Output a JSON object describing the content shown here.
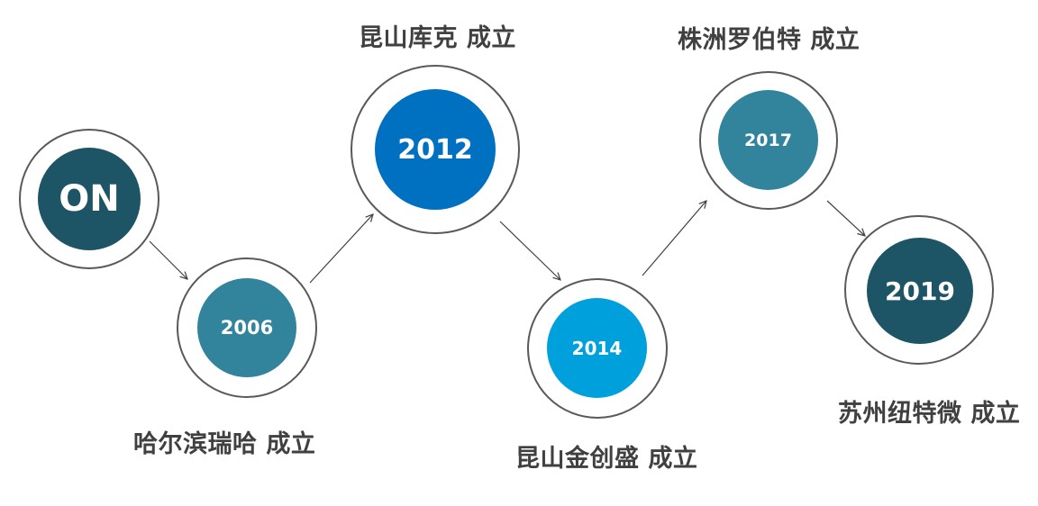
{
  "colors": {
    "dark_teal": "#1e5566",
    "teal": "#31849b",
    "blue": "#0070c0",
    "light_blue": "#00a0dd",
    "ring_outline": "#595959",
    "arrow": "#404040",
    "caption_text": "#404040"
  },
  "nodes": [
    {
      "id": "on",
      "label": "ON",
      "fill": "#1e5566"
    },
    {
      "id": "2006",
      "label": "2006",
      "fill": "#31849b",
      "caption": "哈尔滨瑞哈 成立"
    },
    {
      "id": "2012",
      "label": "2012",
      "fill": "#0070c0",
      "caption": "昆山库克 成立"
    },
    {
      "id": "2014",
      "label": "2014",
      "fill": "#00a0dd",
      "caption": "昆山金创盛 成立"
    },
    {
      "id": "2017",
      "label": "2017",
      "fill": "#31849b",
      "caption": "株洲罗伯特 成立"
    },
    {
      "id": "2019",
      "label": "2019",
      "fill": "#1e5566",
      "caption": "苏州纽特微 成立"
    }
  ]
}
